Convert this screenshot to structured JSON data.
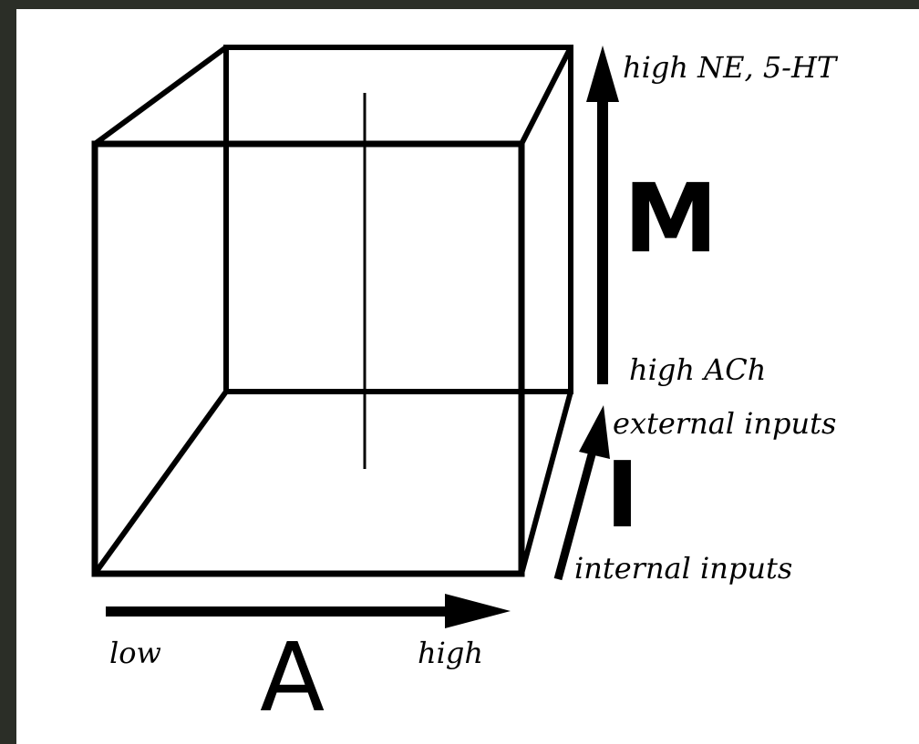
{
  "diagram": {
    "axes": {
      "A": {
        "name": "A",
        "low_label": "low",
        "high_label": "high"
      },
      "M": {
        "name": "M",
        "top_label": "high NE, 5-HT",
        "bottom_label": "high ACh"
      },
      "I": {
        "name": "I",
        "top_label": "external inputs",
        "bottom_label": "internal inputs"
      }
    },
    "colors": {
      "background": "#ffffff",
      "stroke": "#000000",
      "border": "#2b2e27"
    }
  }
}
